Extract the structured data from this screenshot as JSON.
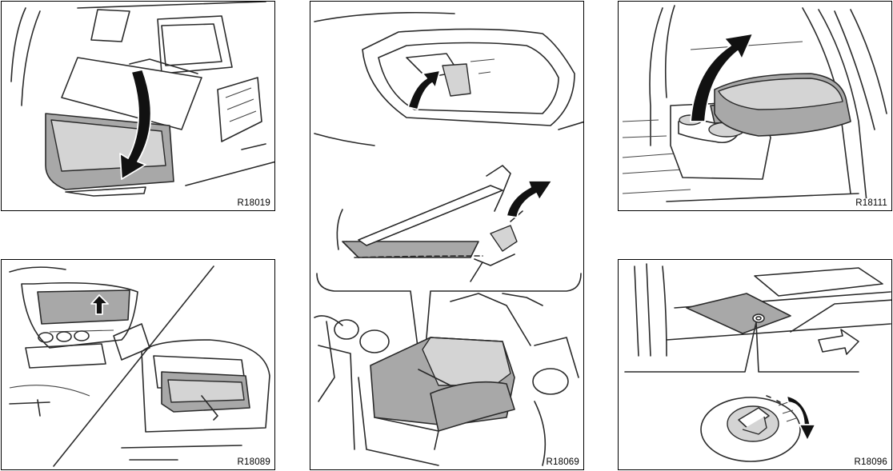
{
  "panels": [
    {
      "code": "R18019",
      "subject": "overhead-console-box-opening"
    },
    {
      "code": "R18089",
      "subject": "overhead-console-release-button"
    },
    {
      "code": "R18069",
      "subject": "console-tray-lid-removal"
    },
    {
      "code": "R18111",
      "subject": "armrest-lift"
    },
    {
      "code": "R18096",
      "subject": "floor-lid-lock-knob"
    }
  ],
  "colors": {
    "ink": "#2a2a2a",
    "fill_gray": "#a8a8a8",
    "arrow": "#111111",
    "paper": "#ffffff"
  }
}
